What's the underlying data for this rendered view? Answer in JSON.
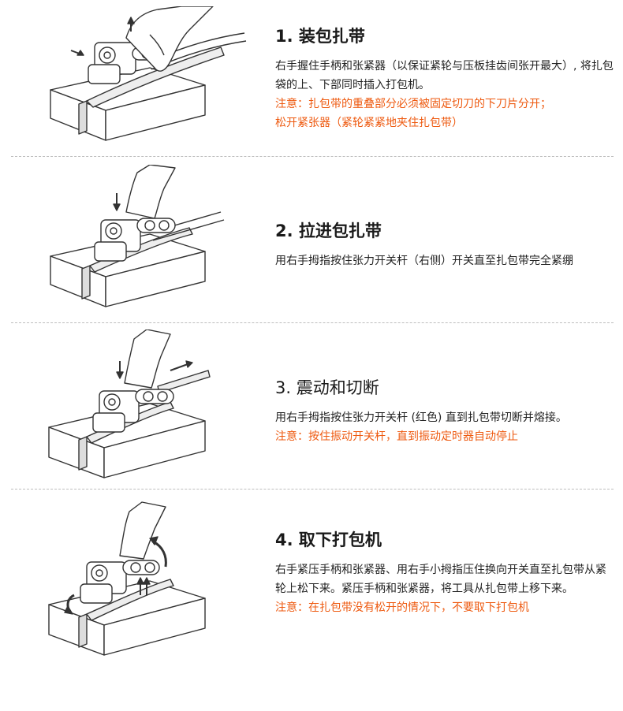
{
  "steps": [
    {
      "title": "1. 装包扎带",
      "body": "右手握住手柄和张紧器（以保证紧轮与压板挂齿间张开最大）, 将扎包袋的上、下部同时插入打包机。",
      "notes": [
        "注意：扎包带的重叠部分必须被固定切刀的下刀片分开；",
        "松开紧张器（紧轮紧紧地夹住扎包带）"
      ]
    },
    {
      "title": "2. 拉进包扎带",
      "body": "用右手拇指按住张力开关杆（右侧）开关直至扎包带完全紧绷",
      "notes": []
    },
    {
      "title": "3. 震动和切断",
      "body": "用右手拇指按住张力开关杆 (红色) 直到扎包带切断并熔接。",
      "notes": [
        "注意：按住振动开关杆，直到振动定时器自动停止"
      ]
    },
    {
      "title": "4. 取下打包机",
      "body": "右手紧压手柄和张紧器、用右手小拇指压住换向开关直至扎包带从紧轮上松下来。紧压手柄和张紧器，将工具从扎包带上移下来。",
      "notes": [
        "注意：在扎包带没有松开的情况下，不要取下打包机"
      ]
    }
  ]
}
